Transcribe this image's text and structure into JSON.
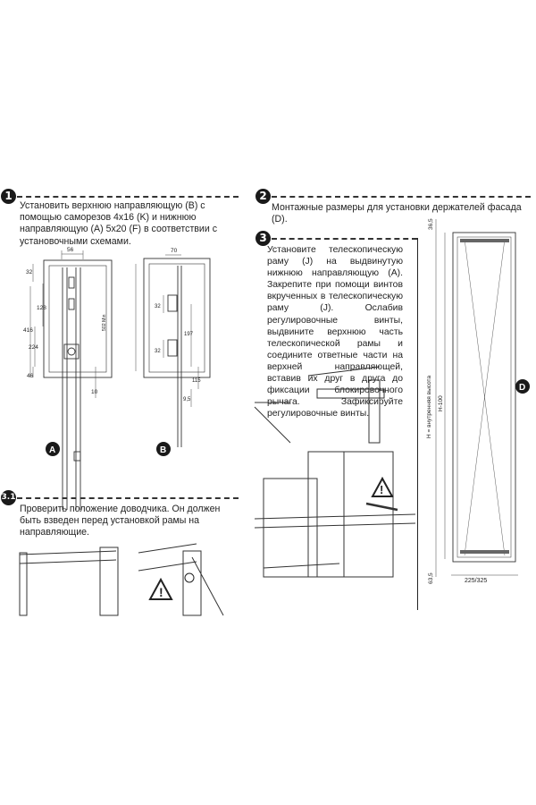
{
  "steps": {
    "s1": {
      "number": "1",
      "text": "Установить верхнюю направляющую (B) с помощью саморезов 4x16 (K) и нижнюю направляющую (A) 5x20 (F) в соответствии с установочными схемами."
    },
    "s2": {
      "number": "2",
      "text": "Монтажные размеры для установки держателей фасада (D)."
    },
    "s3": {
      "number": "3",
      "text": "Установите телескопическую раму (J) на выдвинутую нижнюю направляющую (A). Закрепите при помощи винтов вкрученных в телескопическую раму (J). Ослабив регулировочные винты, выдвините верхнюю часть телескопической рамы и соедините ответные части на верхней направляющей, вставив их друг в друга до фиксации блокировочного рычага. Зафиксируйте регулировочные винты."
    },
    "s31": {
      "number": "3.1",
      "text": "Проверить положение доводчика. Он должен быть взведен перед установкой рамы на направляющие."
    }
  },
  "diagramA": {
    "letter": "A",
    "dims": {
      "w56": "56",
      "d32": "32",
      "d128": "128",
      "d416": "416",
      "d224": "224",
      "d46": "46",
      "d10": "10"
    }
  },
  "diagramB": {
    "letter": "B",
    "dims": {
      "w70": "70",
      "min": "502 Min",
      "d32a": "32",
      "d32b": "32",
      "d197": "197",
      "d115": "115",
      "d95": "9,5"
    }
  },
  "diagramD": {
    "letter": "D",
    "dims": {
      "top": "36,5",
      "bottom": "63,5",
      "h100": "H-100",
      "hlabel": "H = внутренняя высота",
      "width": "225/325"
    }
  }
}
